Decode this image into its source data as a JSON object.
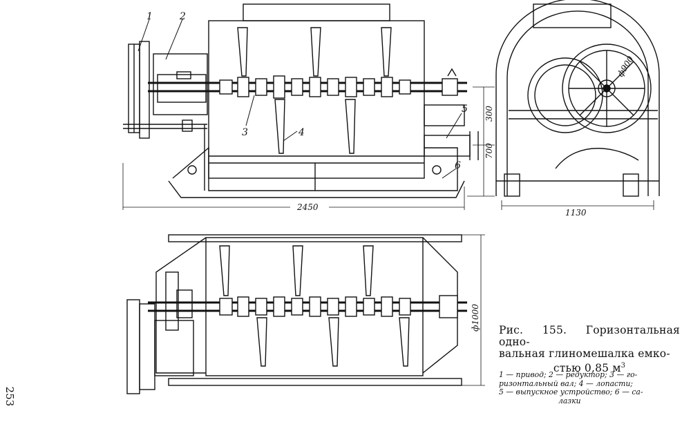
{
  "page": {
    "number": "253"
  },
  "figure": {
    "caption_line1": "Рис. 155. Горизонтальная одно-",
    "caption_line2": "вальная глиномешалка емко-",
    "caption_line3_text": "стью 0,85 м",
    "caption_line3_sup": "3",
    "legend": [
      "1 — привод;   2 — редуктор;   3 — го-",
      "ризонтальный вал;   4 — лопасти;",
      "5 — выпускное   устройство;   6 — са-",
      "лазки"
    ]
  },
  "callouts": {
    "c1": "1",
    "c2": "2",
    "c3": "3",
    "c4": "4",
    "c5": "5",
    "c6": "6"
  },
  "dimensions": {
    "length": "2450",
    "width_side": "1130",
    "height_upper": "300",
    "height_lower": "700",
    "diameter": "ф1000",
    "wheel": "ф900"
  }
}
